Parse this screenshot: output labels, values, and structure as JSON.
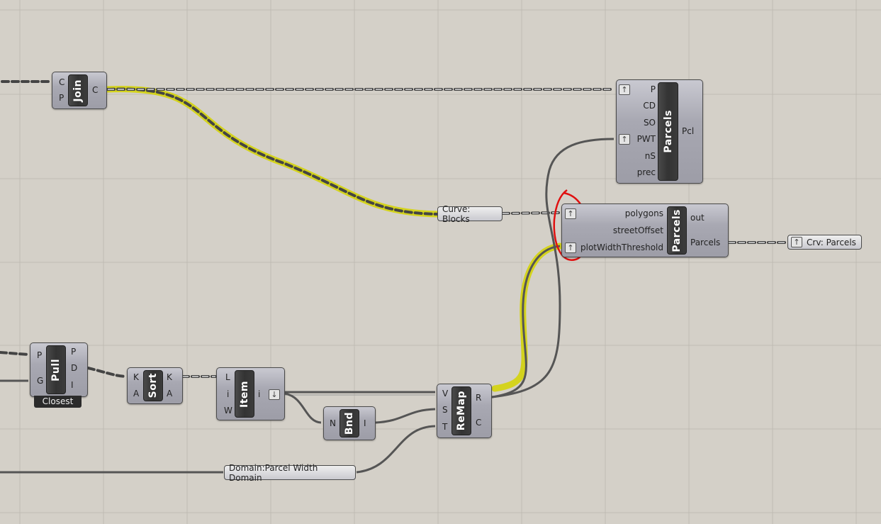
{
  "components": {
    "join": {
      "name": "Join",
      "inputs": [
        "C",
        "P"
      ],
      "outputs": [
        "C"
      ]
    },
    "parcels_a": {
      "name": "Parcels",
      "inputs": [
        "P",
        "CD",
        "SO",
        "PWT",
        "nS",
        "prec"
      ],
      "outputs": [
        "Pcl"
      ]
    },
    "parcels_b": {
      "name": "Parcels",
      "inputs": [
        "polygons",
        "streetOffset",
        "plotWidthThreshold"
      ],
      "outputs": [
        "out",
        "Parcels"
      ]
    },
    "pull": {
      "name": "Pull",
      "inputs": [
        "P",
        "G"
      ],
      "outputs": [
        "P",
        "D",
        "I"
      ],
      "mode": "Closest"
    },
    "sort": {
      "name": "Sort",
      "inputs": [
        "K",
        "A"
      ],
      "outputs": [
        "K",
        "A"
      ]
    },
    "item": {
      "name": "Item",
      "inputs": [
        "L",
        "i",
        "W"
      ],
      "outputs": [
        "i"
      ]
    },
    "bnd": {
      "name": "Bnd",
      "inputs": [
        "N"
      ],
      "outputs": [
        "I"
      ]
    },
    "remap": {
      "name": "ReMap",
      "inputs": [
        "V",
        "S",
        "T"
      ],
      "outputs": [
        "R",
        "C"
      ]
    }
  },
  "params": {
    "curve_blocks": "Curve: Blocks",
    "crv_parcels": "Crv: Parcels",
    "domain": "Domain:Parcel Width Domain"
  },
  "colors": {
    "canvas": "#d4d0c8",
    "wire": "#555555",
    "highlight": "#d4d400",
    "annotation": "#e01010"
  }
}
